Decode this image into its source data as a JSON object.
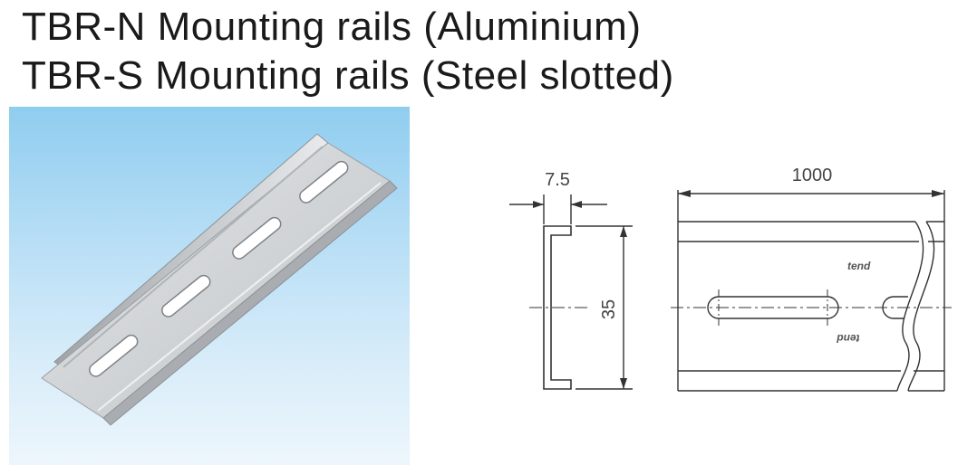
{
  "titles": {
    "line1": "TBR-N  Mounting  rails (Aluminium)",
    "line2": "TBR-S  Mounting  rails (Steel  slotted)"
  },
  "drawing": {
    "dim_flange": "7.5",
    "dim_height": "35",
    "dim_length": "1000",
    "brand_top": "tend",
    "brand_bottom": "tend"
  }
}
